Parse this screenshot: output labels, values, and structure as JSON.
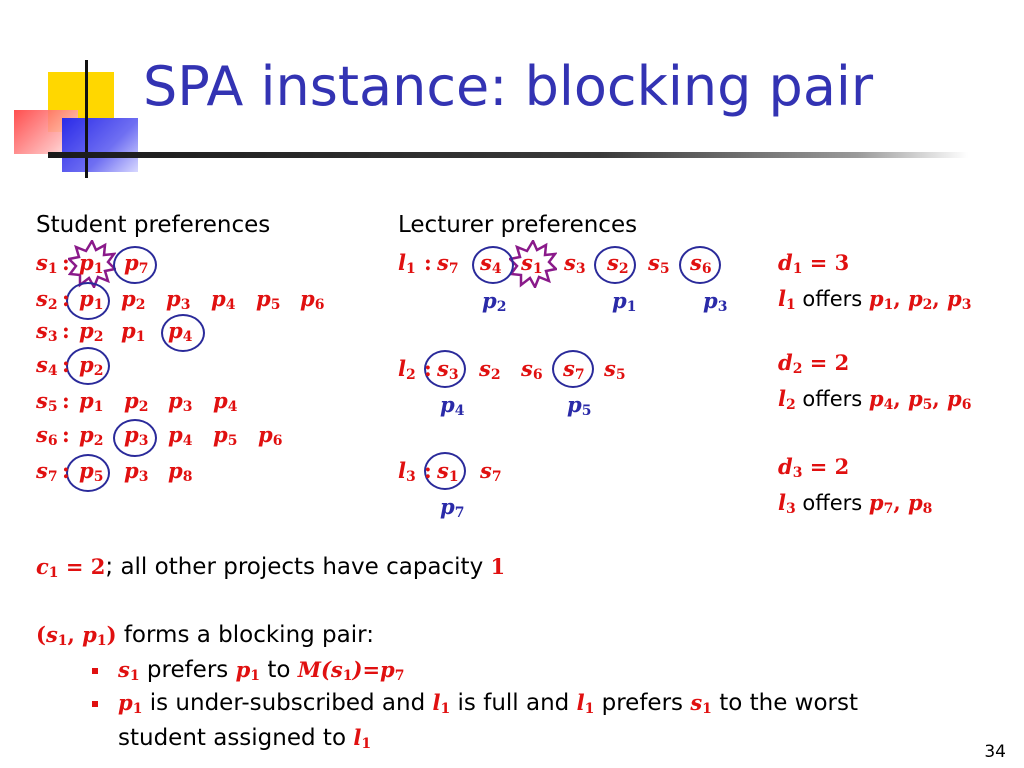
{
  "title": "SPA instance: blocking pair",
  "page_number": "34",
  "student_header": "Student preferences",
  "lecturer_header": "Lecturer preferences",
  "students": [
    {
      "label": "s",
      "sub": "1",
      "items": [
        [
          "p",
          "1"
        ],
        [
          "p",
          "7"
        ]
      ]
    },
    {
      "label": "s",
      "sub": "2",
      "items": [
        [
          "p",
          "1"
        ],
        [
          "p",
          "2"
        ],
        [
          "p",
          "3"
        ],
        [
          "p",
          "4"
        ],
        [
          "p",
          "5"
        ],
        [
          "p",
          "6"
        ]
      ]
    },
    {
      "label": "s",
      "sub": "3",
      "items": [
        [
          "p",
          "2"
        ],
        [
          "p",
          "1"
        ],
        [
          "p",
          "4"
        ]
      ]
    },
    {
      "label": "s",
      "sub": "4",
      "items": [
        [
          "p",
          "2"
        ]
      ]
    },
    {
      "label": "s",
      "sub": "5",
      "items": [
        [
          "p",
          "1"
        ],
        [
          "p",
          "2"
        ],
        [
          "p",
          "3"
        ],
        [
          "p",
          "4"
        ]
      ]
    },
    {
      "label": "s",
      "sub": "6",
      "items": [
        [
          "p",
          "2"
        ],
        [
          "p",
          "3"
        ],
        [
          "p",
          "4"
        ],
        [
          "p",
          "5"
        ],
        [
          "p",
          "6"
        ]
      ]
    },
    {
      "label": "s",
      "sub": "7",
      "items": [
        [
          "p",
          "5"
        ],
        [
          "p",
          "3"
        ],
        [
          "p",
          "8"
        ]
      ]
    }
  ],
  "lecturers": [
    {
      "label": "l",
      "sub": "1",
      "prefs": [
        [
          "s",
          "7"
        ],
        [
          "s",
          "4"
        ],
        [
          "s",
          "1"
        ],
        [
          "s",
          "3"
        ],
        [
          "s",
          "2"
        ],
        [
          "s",
          "5"
        ],
        [
          "s",
          "6"
        ]
      ],
      "projects": [
        [
          "p",
          "2"
        ],
        [
          "p",
          "1"
        ],
        [
          "p",
          "3"
        ]
      ],
      "capacity": {
        "var": "d",
        "sub": "1",
        "eq": "= 3"
      },
      "offers_text": "offers",
      "offers": [
        [
          "p",
          "1"
        ],
        [
          "p",
          "2"
        ],
        [
          "p",
          "3"
        ]
      ]
    },
    {
      "label": "l",
      "sub": "2",
      "prefs": [
        [
          "s",
          "3"
        ],
        [
          "s",
          "2"
        ],
        [
          "s",
          "6"
        ],
        [
          "s",
          "7"
        ],
        [
          "s",
          "5"
        ]
      ],
      "projects": [
        [
          "p",
          "4"
        ],
        [
          "p",
          "5"
        ]
      ],
      "capacity": {
        "var": "d",
        "sub": "2",
        "eq": "= 2"
      },
      "offers_text": "offers",
      "offers": [
        [
          "p",
          "4"
        ],
        [
          "p",
          "5"
        ],
        [
          "p",
          "6"
        ]
      ]
    },
    {
      "label": "l",
      "sub": "3",
      "prefs": [
        [
          "s",
          "1"
        ],
        [
          "s",
          "7"
        ]
      ],
      "projects": [
        [
          "p",
          "7"
        ]
      ],
      "capacity": {
        "var": "d",
        "sub": "3",
        "eq": "= 2"
      },
      "offers_text": "offers",
      "offers": [
        [
          "p",
          "7"
        ],
        [
          "p",
          "8"
        ]
      ]
    }
  ],
  "capacity_note": {
    "var": "c",
    "sub": "1",
    "eq": " = 2",
    "text": "; all other projects have capacity ",
    "val": "1"
  },
  "blocking": {
    "pair_open": "(",
    "s": "s",
    "s_sub": "1",
    "comma": ", ",
    "p": "p",
    "p_sub": "1",
    "pair_close": ")",
    "text": " forms a blocking pair:",
    "bullet1": {
      "a": "s",
      "a_sub": "1",
      "t1": " prefers ",
      "b": "p",
      "b_sub": "1",
      "t2": " to ",
      "c": "M(s",
      "c_sub": "1",
      "c_end": ")=p",
      "c_sub2": "7"
    },
    "bullet2": {
      "a": "p",
      "a_sub": "1",
      "t1": " is under-subscribed and ",
      "b": "l",
      "b_sub": "1",
      "t2": " is full and ",
      "c": "l",
      "c_sub": "1",
      "t3": " prefers ",
      "d": "s",
      "d_sub": "1",
      "t4": " to the worst",
      "t5": "student assigned to ",
      "e": "l",
      "e_sub": "1"
    }
  }
}
